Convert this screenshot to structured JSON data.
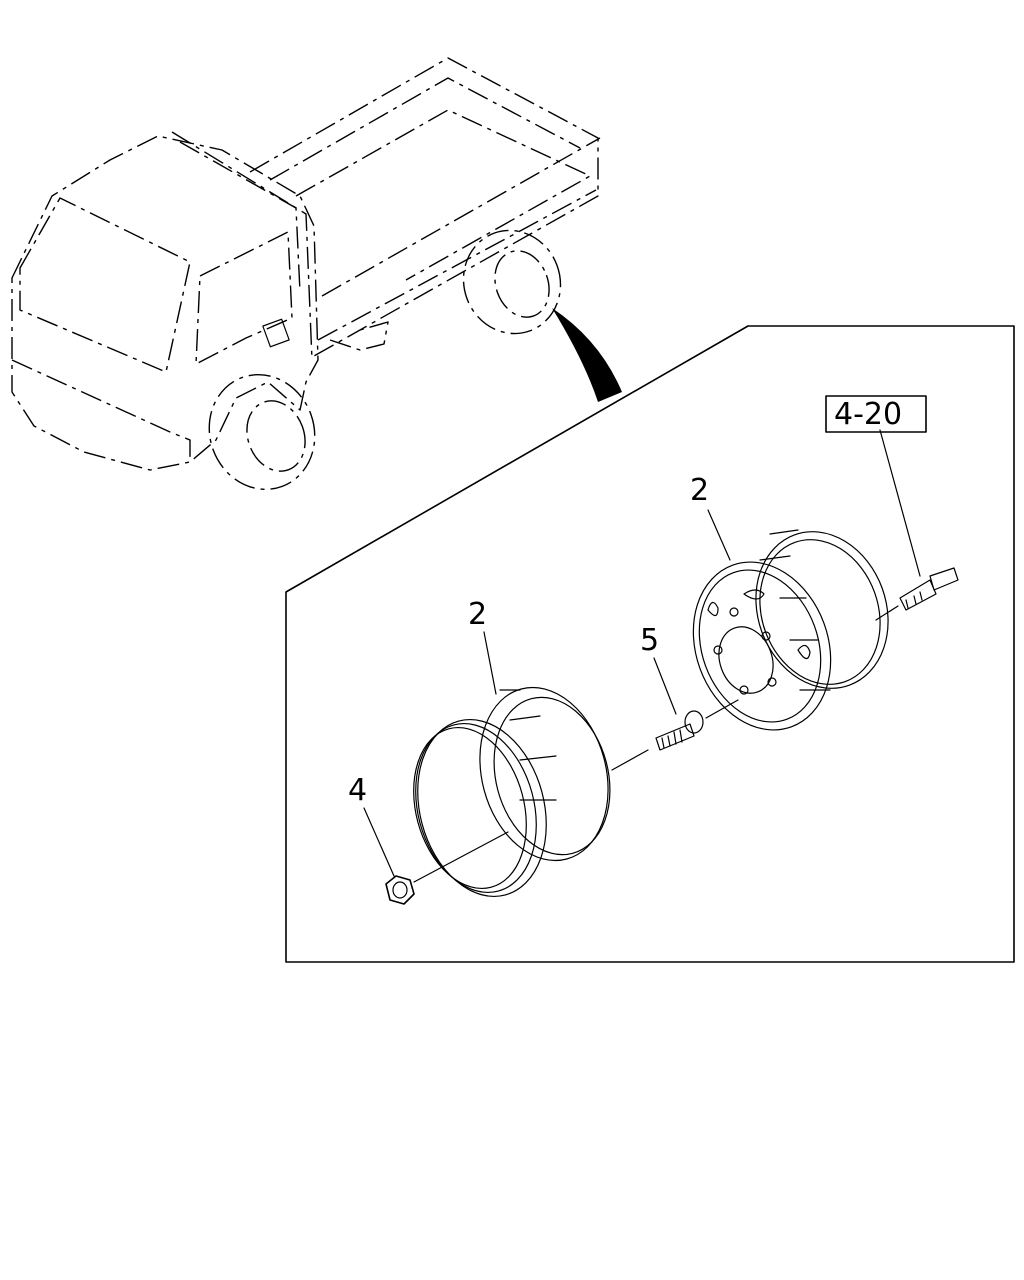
{
  "diagram": {
    "callouts": [
      {
        "id": "c1",
        "label": "2"
      },
      {
        "id": "c2",
        "label": "2"
      },
      {
        "id": "c3",
        "label": "5"
      },
      {
        "id": "c4",
        "label": "4"
      },
      {
        "id": "c5",
        "label": "4-20"
      }
    ],
    "parts": [
      "truck",
      "wheel-rim-outer",
      "wheel-rim-inner",
      "wheel-bolt",
      "wheel-nut",
      "tire-valve"
    ]
  }
}
